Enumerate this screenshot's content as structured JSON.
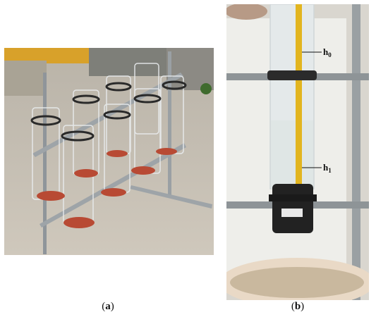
{
  "panels": [
    {
      "id": "a",
      "caption_open": "(",
      "caption_letter": "a",
      "caption_close": ")"
    },
    {
      "id": "b",
      "caption_open": "(",
      "caption_letter": "b",
      "caption_close": ")",
      "labels": {
        "h0": {
          "base": "h",
          "sub": "0"
        },
        "h1": {
          "base": "h",
          "sub": "1"
        }
      }
    }
  ]
}
